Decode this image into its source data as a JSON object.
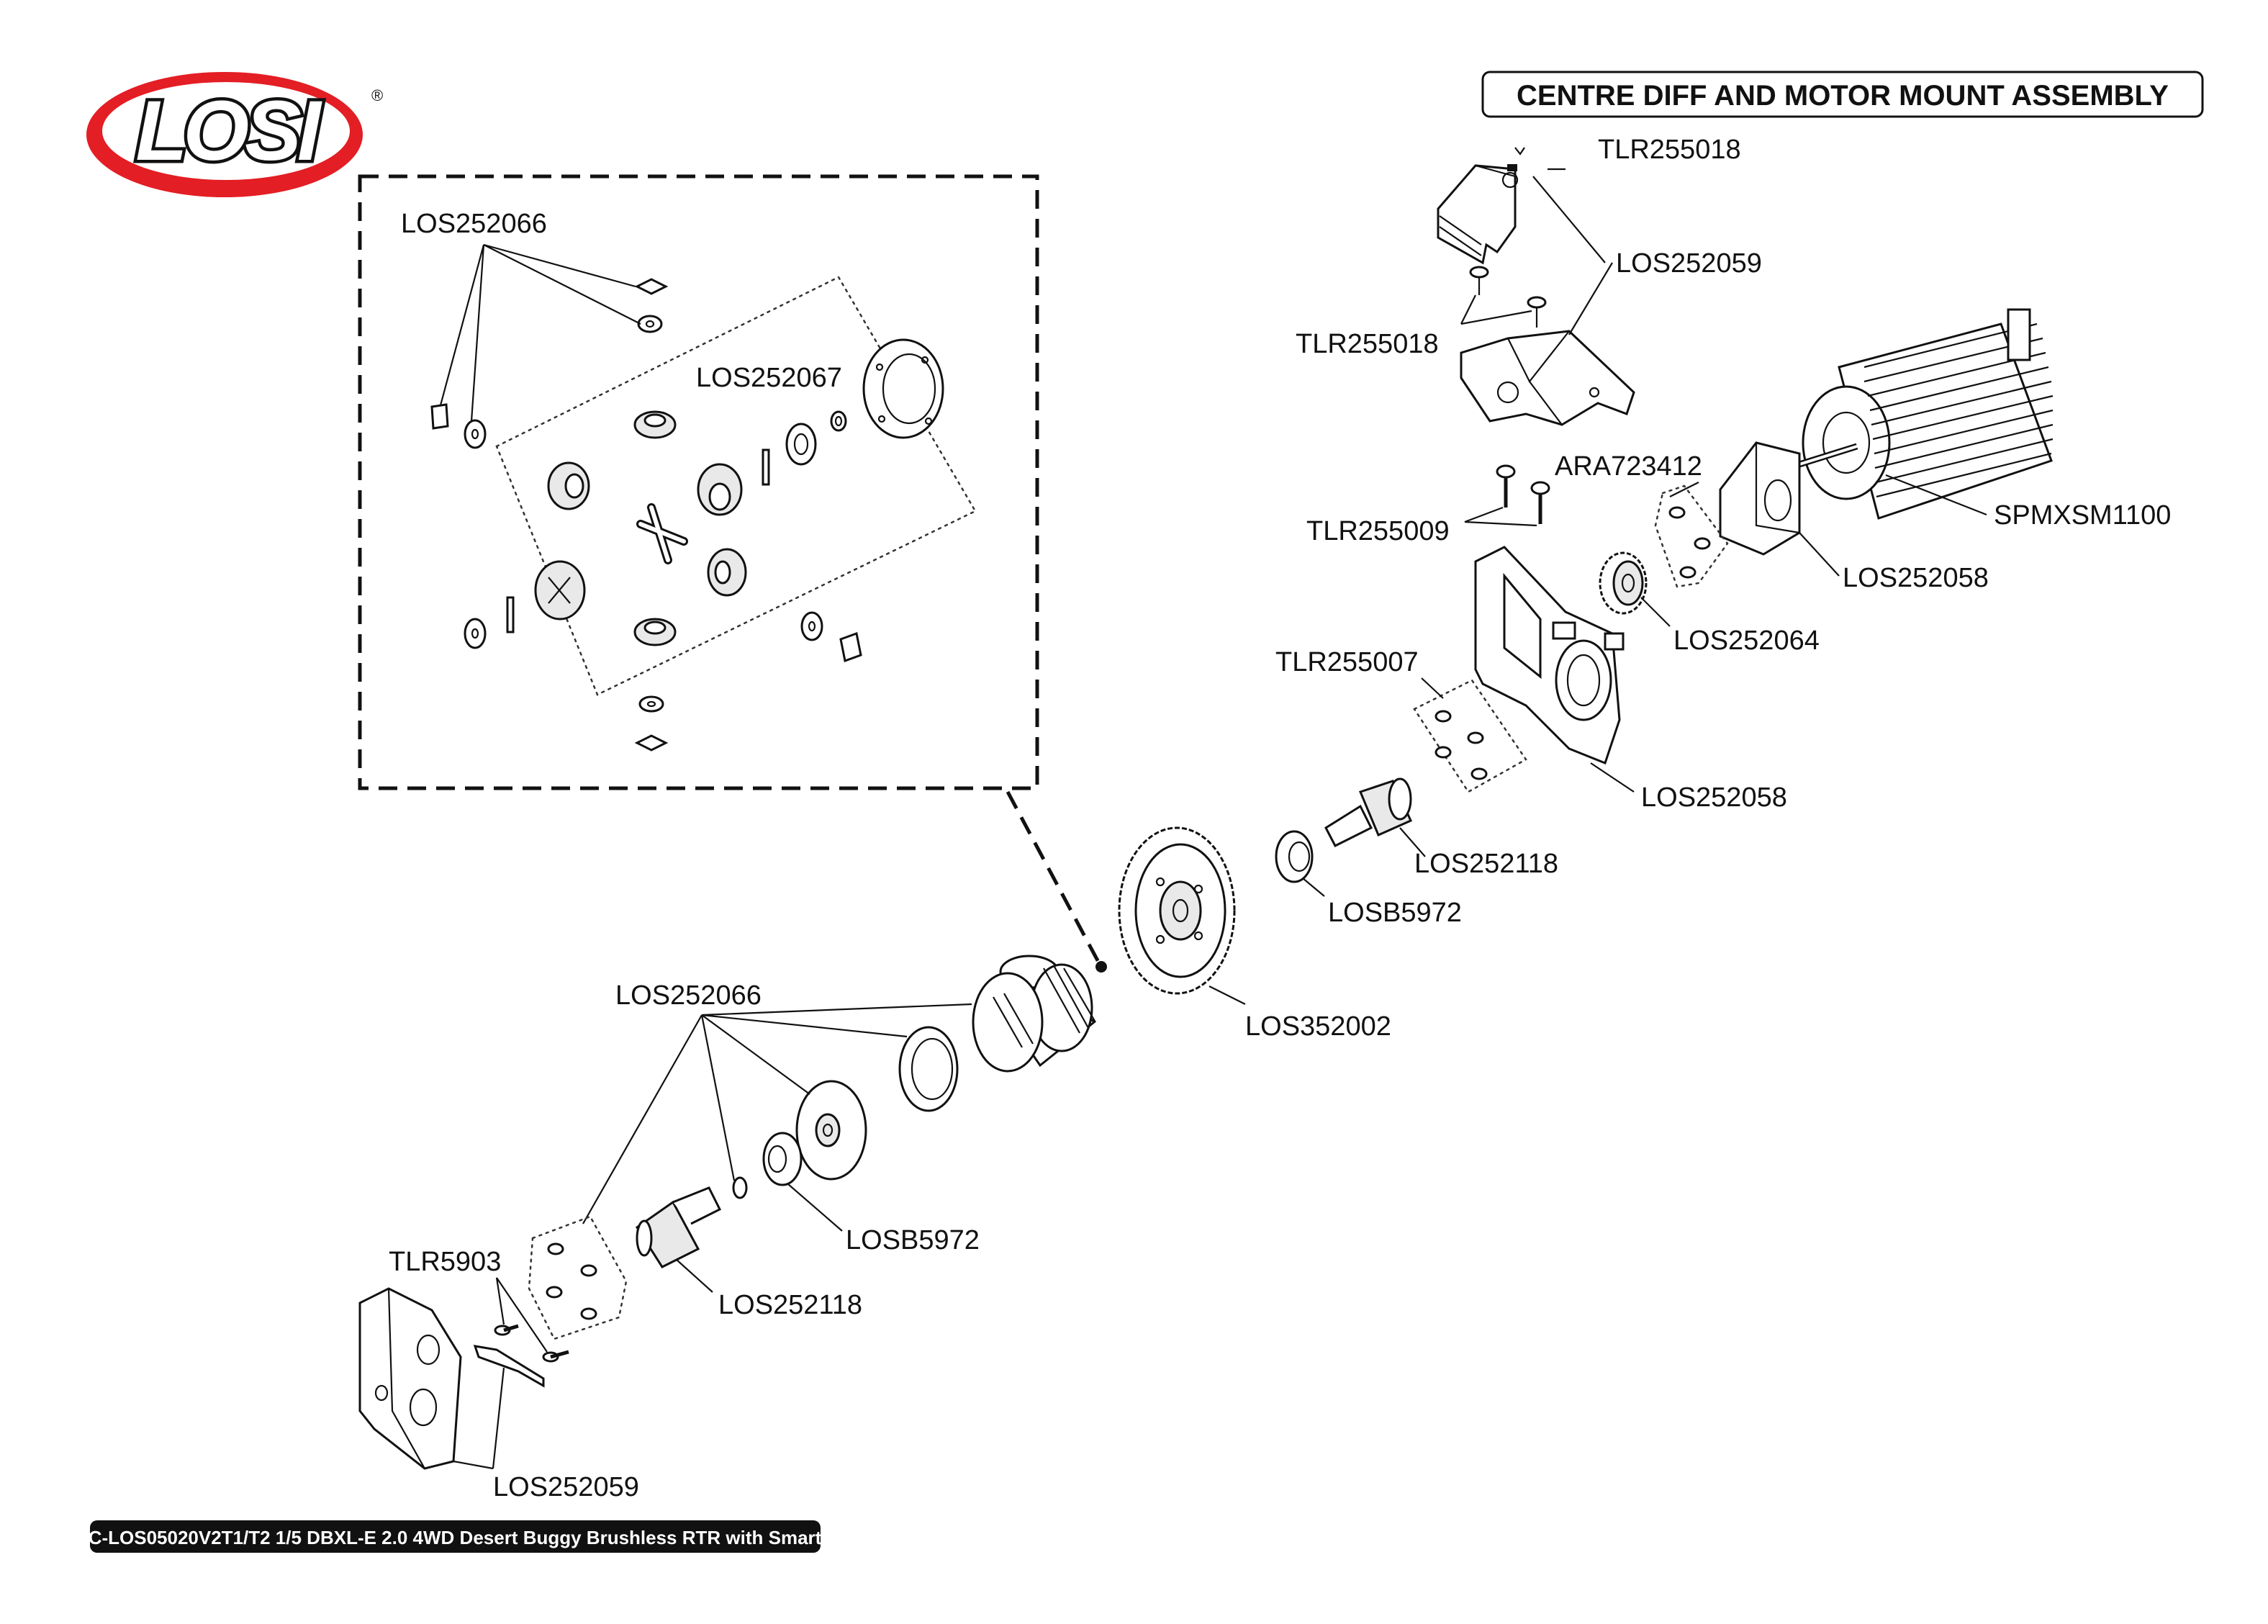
{
  "brand": {
    "logo_text": "LOSI",
    "registered_mark": "®",
    "colors": {
      "red": "#e31e24",
      "black": "#111111"
    }
  },
  "title": "CENTRE DIFF AND MOTOR MOUNT ASSEMBLY",
  "footer": "C-LOS05020V2T1/T2 1/5 DBXL-E 2.0 4WD Desert Buggy Brushless RTR with Smart",
  "callouts": {
    "diff_inner_los252066": "LOS252066",
    "diff_los252067": "LOS252067",
    "top_tlr255018": "TLR255018",
    "top_los252059": "LOS252059",
    "side_tlr255018": "TLR255018",
    "ara723412": "ARA723412",
    "tlr255009": "TLR255009",
    "spmxsm1100": "SPMXSM1100",
    "motorplate_los252058": "LOS252058",
    "pinion_los252064": "LOS252064",
    "tlr255007": "TLR255007",
    "mount_los252058": "LOS252058",
    "outdrive_right_los252118": "LOS252118",
    "bearing_right_losb5972": "LOSB5972",
    "spur_los352002": "LOS352002",
    "diff_outer_los252066": "LOS252066",
    "bearing_left_losb5972": "LOSB5972",
    "outdrive_left_los252118": "LOS252118",
    "tlr5903": "TLR5903",
    "bottom_los252059": "LOS252059"
  }
}
